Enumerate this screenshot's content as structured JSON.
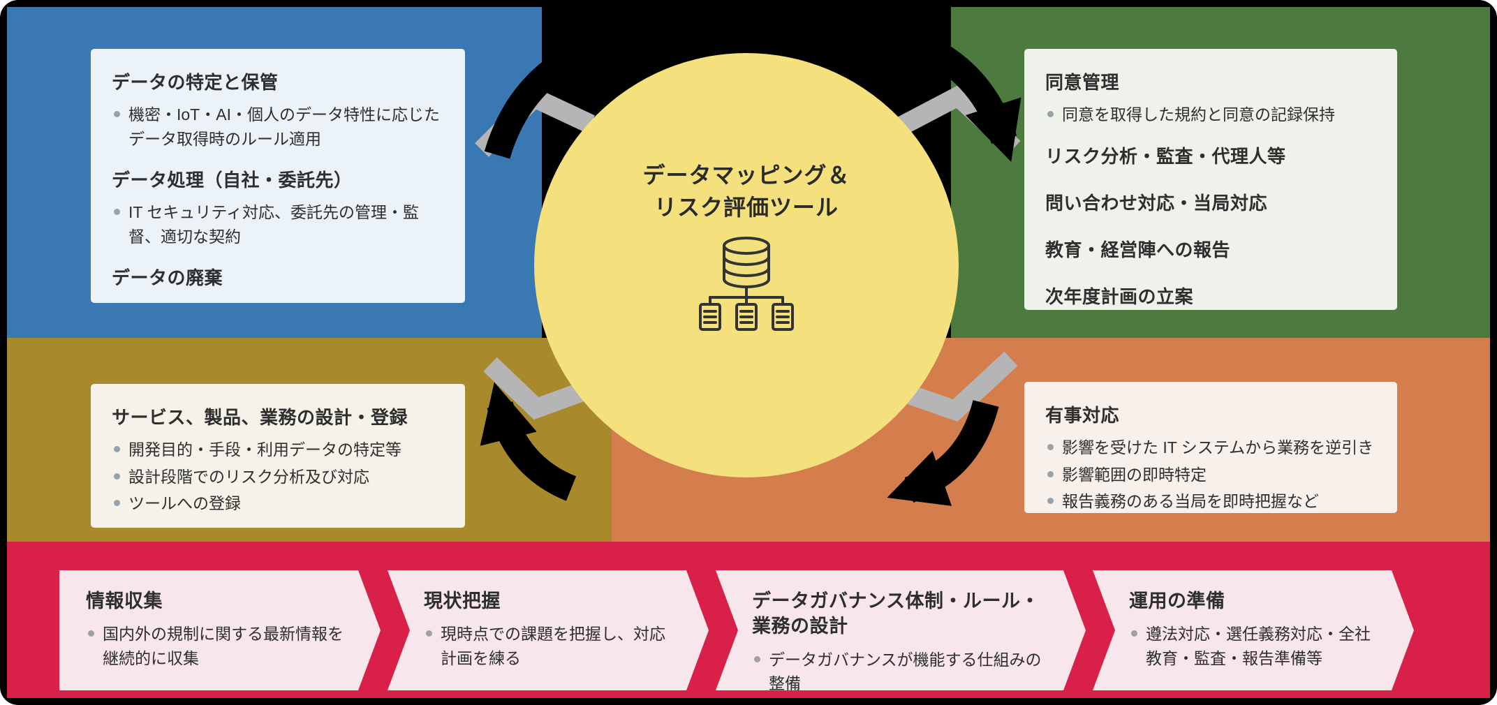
{
  "colors": {
    "frame": "#000000",
    "region_blue": "#3a78b4",
    "region_green": "#4c7a3f",
    "region_olive": "#a88a2c",
    "region_orange": "#d47d4d",
    "region_red": "#d92049",
    "circle_yellow": "#f4e07c",
    "card_blue_bg": "#ebf2f8",
    "card_green_bg": "#eef2eb",
    "card_olive_bg": "#f5f2e9",
    "card_orange_bg": "#f8f0ea",
    "card_pink_bg": "#f7e7ec",
    "ribbon_gray": "#b5b5b5",
    "arrow_black": "#000000"
  },
  "center": {
    "title_line1": "データマッピング＆",
    "title_line2": "リスク評価ツール",
    "icon": "database-mapping-icon"
  },
  "cards": {
    "data_lifecycle": {
      "sections": [
        {
          "heading": "データの特定と保管",
          "bullets": [
            "機密・IoT・AI・個人のデータ特性に応じたデータ取得時のルール適用"
          ]
        },
        {
          "heading": "データ処理（自社・委託先）",
          "bullets": [
            "IT セキュリティ対応、委託先の管理・監督、適切な契約"
          ]
        },
        {
          "heading": "データの廃棄",
          "bullets": []
        }
      ]
    },
    "consent_ops": {
      "sections": [
        {
          "heading": "同意管理",
          "bullets": [
            "同意を取得した規約と同意の記録保持"
          ]
        },
        {
          "heading": "リスク分析・監査・代理人等",
          "bullets": []
        },
        {
          "heading": "問い合わせ対応・当局対応",
          "bullets": []
        },
        {
          "heading": "教育・経営陣への報告",
          "bullets": []
        },
        {
          "heading": "次年度計画の立案",
          "bullets": []
        }
      ]
    },
    "design_registration": {
      "sections": [
        {
          "heading": "サービス、製品、業務の設計・登録",
          "bullets": [
            "開発目的・手段・利用データの特定等",
            "設計段階でのリスク分析及び対応",
            "ツールへの登録"
          ]
        }
      ]
    },
    "incident_response": {
      "sections": [
        {
          "heading": "有事対応",
          "bullets": [
            "影響を受けた IT システムから業務を逆引き",
            "影響範囲の即時特定",
            "報告義務のある当局を即時把握など"
          ]
        }
      ]
    }
  },
  "bottom_steps": [
    {
      "heading": "情報収集",
      "bullets": [
        "国内外の規制に関する最新情報を継続的に収集"
      ]
    },
    {
      "heading": "現状把握",
      "bullets": [
        "現時点での課題を把握し、対応計画を練る"
      ]
    },
    {
      "heading": "データガバナンス体制・ルール・業務の設計",
      "bullets": [
        "データガバナンスが機能する仕組みの整備"
      ]
    },
    {
      "heading": "運用の準備",
      "bullets": [
        "遵法対応・選任義務対応・全社教育・監査・報告準備等"
      ]
    }
  ]
}
